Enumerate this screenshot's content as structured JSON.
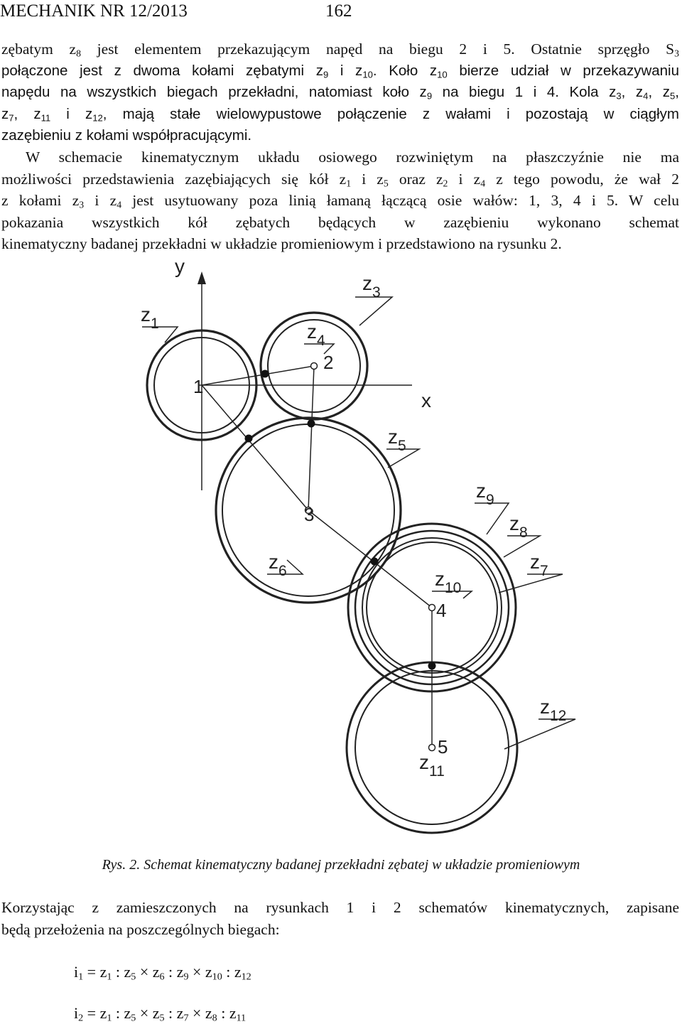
{
  "header": {
    "journal": "MECHANIK NR 12/2013",
    "page": "162"
  },
  "para1": [
    [
      "zębatym z",
      "8",
      " jest elementem przekazującym napęd na biegu 2 i 5. Ostatnie sprzęgło S",
      "3"
    ],
    [
      "połączone jest z dwoma kołami zębatymi z",
      "9",
      " i z",
      "10",
      ". Koło z",
      "10",
      " bierze udział w przekazywaniu"
    ],
    [
      "napędu na wszystkich biegach przekładni, natomiast koło z",
      "9",
      " na biegu 1 i 4. Kola z",
      "3",
      ", z",
      "4",
      ", z",
      "5",
      ","
    ],
    [
      "z",
      "7",
      ", z",
      "11",
      " i z",
      "12",
      ", mają stałe wielowypustowe połączenie z wałami i pozostają w ciągłym"
    ],
    [
      "zazębieniu z kołami współpracującymi."
    ]
  ],
  "para2": [
    [
      "W schemacie kinematycznym układu osiowego rozwiniętym na płaszczyźnie nie ma"
    ],
    [
      "możliwości przedstawienia zazębiających się kół z",
      "1",
      " i z",
      "5",
      " oraz z",
      "2",
      " i z",
      "4",
      " z tego powodu, że wał 2"
    ],
    [
      "z kołami z",
      "3",
      " i z",
      "4",
      " jest usytuowany poza linią łamaną łączącą osie wałów: 1, 3, 4 i 5. W celu"
    ],
    [
      "pokazania wszystkich kół zębatych będących w zazębieniu wykonano schemat"
    ],
    [
      "kinematyczny badanej przekładni w układzie promieniowym i przedstawiono na rysunku 2."
    ]
  ],
  "figure": {
    "axes": {
      "x": "x",
      "y": "y"
    },
    "shafts": [
      "1",
      "2",
      "3",
      "4",
      "5"
    ],
    "gears": [
      {
        "b": "z",
        "s": "1"
      },
      {
        "b": "z",
        "s": "3"
      },
      {
        "b": "z",
        "s": "4"
      },
      {
        "b": "z",
        "s": "5"
      },
      {
        "b": "z",
        "s": "9"
      },
      {
        "b": "z",
        "s": "8"
      },
      {
        "b": "z",
        "s": "6"
      },
      {
        "b": "z",
        "s": "7"
      },
      {
        "b": "z",
        "s": "10"
      },
      {
        "b": "z",
        "s": "12"
      },
      {
        "b": "z",
        "s": "11"
      }
    ]
  },
  "caption": "Rys. 2. Schemat kinematyczny badanej przekładni zębatej w układzie promieniowym",
  "para3": [
    [
      "Korzystając z zamieszczonych na rysunkach 1 i 2 schematów kinematycznych, zapisane"
    ],
    [
      "będą przełożenia na poszczególnych biegach:"
    ]
  ],
  "equations": [
    [
      "i",
      "1",
      " = z",
      "1",
      " : z",
      "5",
      " × z",
      "6",
      " : z",
      "9",
      " × z",
      "10",
      " : z",
      "12"
    ],
    [
      "i",
      "2",
      " = z",
      "1",
      " : z",
      "5",
      " × z",
      "5",
      " : z",
      "7",
      " × z",
      "8",
      " : z",
      "11"
    ]
  ]
}
